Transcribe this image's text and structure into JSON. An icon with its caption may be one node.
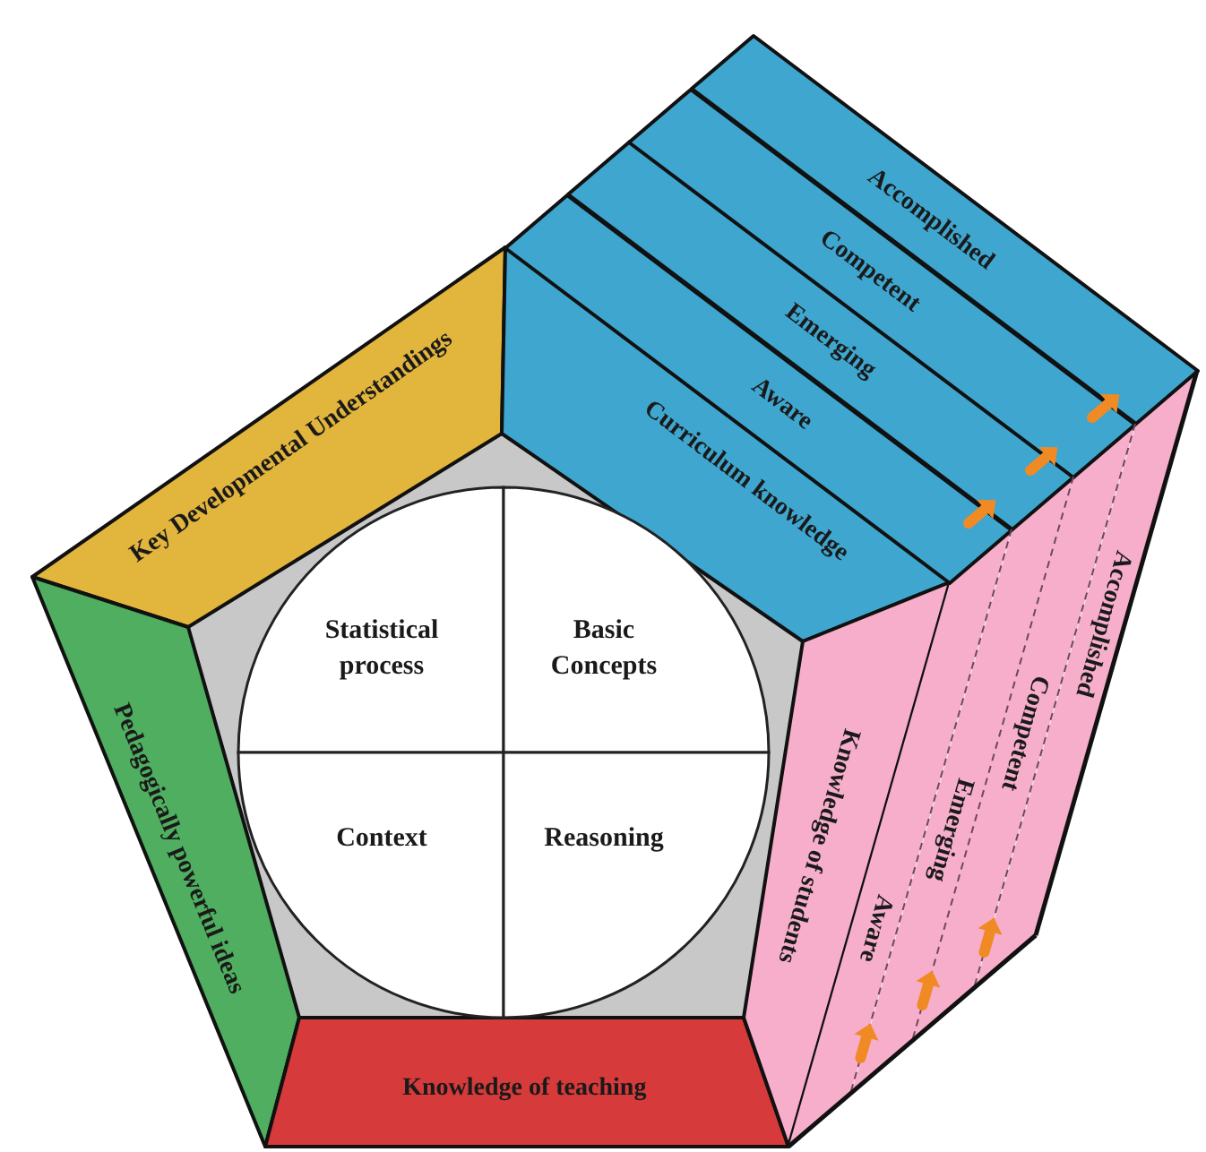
{
  "diagram": {
    "nodes": [
      {
        "text": [
          "Key Developmental Understandings"
        ]
      },
      {
        "text": [
          "Curriculum knowledge"
        ]
      },
      {
        "text": [
          "Aware"
        ]
      },
      {
        "text": [
          "Emerging"
        ]
      },
      {
        "text": [
          "Competent"
        ]
      },
      {
        "text": [
          "Accomplished"
        ]
      },
      {
        "text": [
          "Statistical process"
        ]
      },
      {
        "text": [
          "Basic Concepts"
        ]
      },
      {
        "text": [
          "Pedagogically powerful ideas"
        ]
      },
      {
        "text": [
          "Context"
        ]
      },
      {
        "text": [
          "Reasoning"
        ]
      },
      {
        "text": [
          "Knowledge of students"
        ]
      },
      {
        "text": [
          "Aware"
        ]
      },
      {
        "text": [
          "Emerging"
        ]
      },
      {
        "text": [
          "Competent"
        ]
      },
      {
        "text": [
          "Accomplished"
        ]
      },
      {
        "text": [
          "Knowledge of teaching"
        ]
      }
    ]
  }
}
